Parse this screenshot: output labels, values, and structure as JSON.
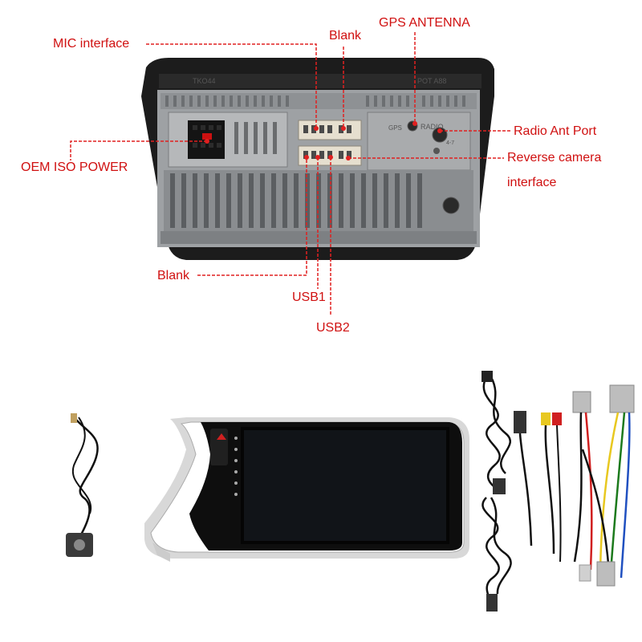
{
  "colors": {
    "callout": "#e02020",
    "label_text": "#d01010",
    "chassis": "#1c1c1c",
    "metal": "#9ea1a4"
  },
  "rear_panel": {
    "labels": {
      "mic": "MIC interface",
      "blank_top": "Blank",
      "gps": "GPS ANTENNA",
      "radio": "Radio Ant Port",
      "reverse_line1": "Reverse camera",
      "reverse_line2": "interface",
      "oem": "OEM ISO POWER",
      "blank_bottom": "Blank",
      "usb1": "USB1",
      "usb2": "USB2"
    }
  },
  "accessories": {
    "gps_antenna_icon": "gps-antenna-icon",
    "head_unit_icon": "head-unit-icon",
    "usb_cable_icon": "usb-cable-icon",
    "rca_cable_icon": "rca-cable-icon",
    "wiring_harness_icon": "wiring-harness-icon"
  }
}
